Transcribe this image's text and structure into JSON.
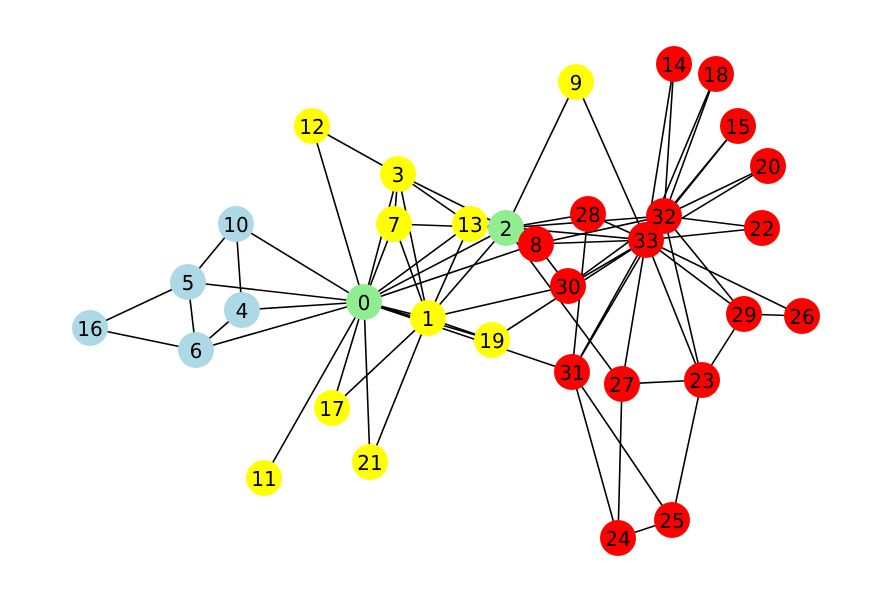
{
  "colors": {
    "lightblue": "#ADD8E6",
    "lightgreen": "#90EE90",
    "yellow": "#FFFF00",
    "red": "#FF0000"
  },
  "nodes": [
    {
      "id": "0",
      "color": "lightgreen"
    },
    {
      "id": "1",
      "color": "yellow"
    },
    {
      "id": "2",
      "color": "lightgreen"
    },
    {
      "id": "3",
      "color": "yellow"
    },
    {
      "id": "4",
      "color": "lightblue"
    },
    {
      "id": "5",
      "color": "lightblue"
    },
    {
      "id": "6",
      "color": "lightblue"
    },
    {
      "id": "7",
      "color": "yellow"
    },
    {
      "id": "8",
      "color": "red"
    },
    {
      "id": "9",
      "color": "yellow"
    },
    {
      "id": "10",
      "color": "lightblue"
    },
    {
      "id": "11",
      "color": "yellow"
    },
    {
      "id": "12",
      "color": "yellow"
    },
    {
      "id": "13",
      "color": "yellow"
    },
    {
      "id": "14",
      "color": "red"
    },
    {
      "id": "15",
      "color": "red"
    },
    {
      "id": "16",
      "color": "lightblue"
    },
    {
      "id": "17",
      "color": "yellow"
    },
    {
      "id": "18",
      "color": "red"
    },
    {
      "id": "19",
      "color": "yellow"
    },
    {
      "id": "20",
      "color": "red"
    },
    {
      "id": "21",
      "color": "yellow"
    },
    {
      "id": "22",
      "color": "red"
    },
    {
      "id": "23",
      "color": "red"
    },
    {
      "id": "24",
      "color": "red"
    },
    {
      "id": "25",
      "color": "red"
    },
    {
      "id": "26",
      "color": "red"
    },
    {
      "id": "27",
      "color": "red"
    },
    {
      "id": "28",
      "color": "red"
    },
    {
      "id": "29",
      "color": "red"
    },
    {
      "id": "30",
      "color": "red"
    },
    {
      "id": "31",
      "color": "red"
    },
    {
      "id": "32",
      "color": "red"
    },
    {
      "id": "33",
      "color": "red"
    }
  ],
  "edges": [
    [
      "0",
      "1"
    ],
    [
      "0",
      "2"
    ],
    [
      "0",
      "3"
    ],
    [
      "0",
      "4"
    ],
    [
      "0",
      "5"
    ],
    [
      "0",
      "6"
    ],
    [
      "0",
      "7"
    ],
    [
      "0",
      "8"
    ],
    [
      "0",
      "10"
    ],
    [
      "0",
      "11"
    ],
    [
      "0",
      "12"
    ],
    [
      "0",
      "13"
    ],
    [
      "0",
      "17"
    ],
    [
      "0",
      "19"
    ],
    [
      "0",
      "21"
    ],
    [
      "0",
      "31"
    ],
    [
      "1",
      "2"
    ],
    [
      "1",
      "3"
    ],
    [
      "1",
      "7"
    ],
    [
      "1",
      "13"
    ],
    [
      "1",
      "17"
    ],
    [
      "1",
      "19"
    ],
    [
      "1",
      "21"
    ],
    [
      "1",
      "30"
    ],
    [
      "2",
      "3"
    ],
    [
      "2",
      "7"
    ],
    [
      "2",
      "8"
    ],
    [
      "2",
      "9"
    ],
    [
      "2",
      "13"
    ],
    [
      "2",
      "27"
    ],
    [
      "2",
      "28"
    ],
    [
      "2",
      "32"
    ],
    [
      "3",
      "7"
    ],
    [
      "3",
      "12"
    ],
    [
      "3",
      "13"
    ],
    [
      "4",
      "6"
    ],
    [
      "4",
      "10"
    ],
    [
      "5",
      "6"
    ],
    [
      "5",
      "10"
    ],
    [
      "5",
      "16"
    ],
    [
      "6",
      "16"
    ],
    [
      "8",
      "30"
    ],
    [
      "8",
      "32"
    ],
    [
      "8",
      "33"
    ],
    [
      "9",
      "33"
    ],
    [
      "13",
      "33"
    ],
    [
      "14",
      "32"
    ],
    [
      "14",
      "33"
    ],
    [
      "15",
      "32"
    ],
    [
      "15",
      "33"
    ],
    [
      "18",
      "32"
    ],
    [
      "18",
      "33"
    ],
    [
      "19",
      "33"
    ],
    [
      "20",
      "32"
    ],
    [
      "20",
      "33"
    ],
    [
      "22",
      "32"
    ],
    [
      "22",
      "33"
    ],
    [
      "23",
      "25"
    ],
    [
      "23",
      "27"
    ],
    [
      "23",
      "29"
    ],
    [
      "23",
      "32"
    ],
    [
      "23",
      "33"
    ],
    [
      "24",
      "25"
    ],
    [
      "24",
      "27"
    ],
    [
      "24",
      "31"
    ],
    [
      "25",
      "31"
    ],
    [
      "26",
      "29"
    ],
    [
      "26",
      "33"
    ],
    [
      "27",
      "33"
    ],
    [
      "28",
      "31"
    ],
    [
      "28",
      "33"
    ],
    [
      "29",
      "32"
    ],
    [
      "29",
      "33"
    ],
    [
      "30",
      "32"
    ],
    [
      "30",
      "33"
    ],
    [
      "31",
      "32"
    ],
    [
      "31",
      "33"
    ],
    [
      "32",
      "33"
    ]
  ]
}
